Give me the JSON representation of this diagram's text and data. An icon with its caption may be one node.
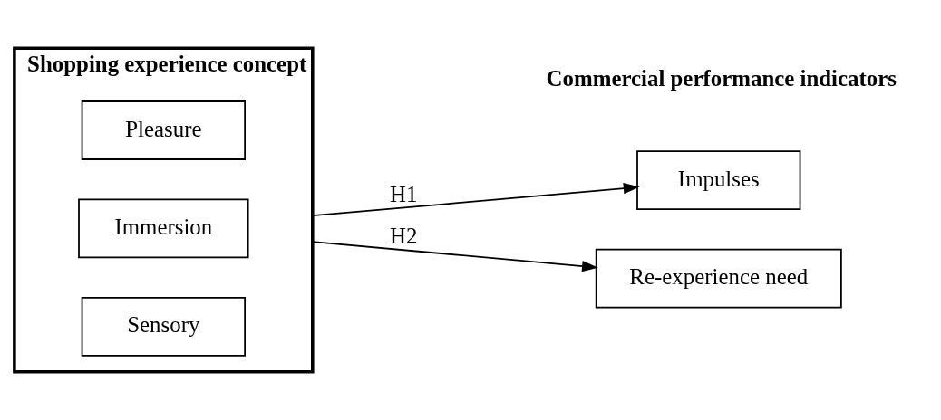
{
  "diagram": {
    "nodes": [
      {
        "text": [
          "Shopping experience concept"
        ]
      },
      {
        "text": [
          "Pleasure"
        ],
        "in": 0
      },
      {
        "text": [
          "Immersion"
        ],
        "in": 0
      },
      {
        "text": [
          "Sensory"
        ],
        "in": 0
      },
      {
        "text": [
          "Impulses"
        ]
      },
      {
        "text": [
          "Re-experience need"
        ]
      }
    ],
    "edges": [
      {
        "from": 0,
        "to": 4,
        "arrow": "to",
        "label": "H1"
      },
      {
        "from": 0,
        "to": 5,
        "arrow": "to",
        "label": "H2"
      }
    ],
    "labels": [
      "Commercial performance indicators"
    ]
  }
}
